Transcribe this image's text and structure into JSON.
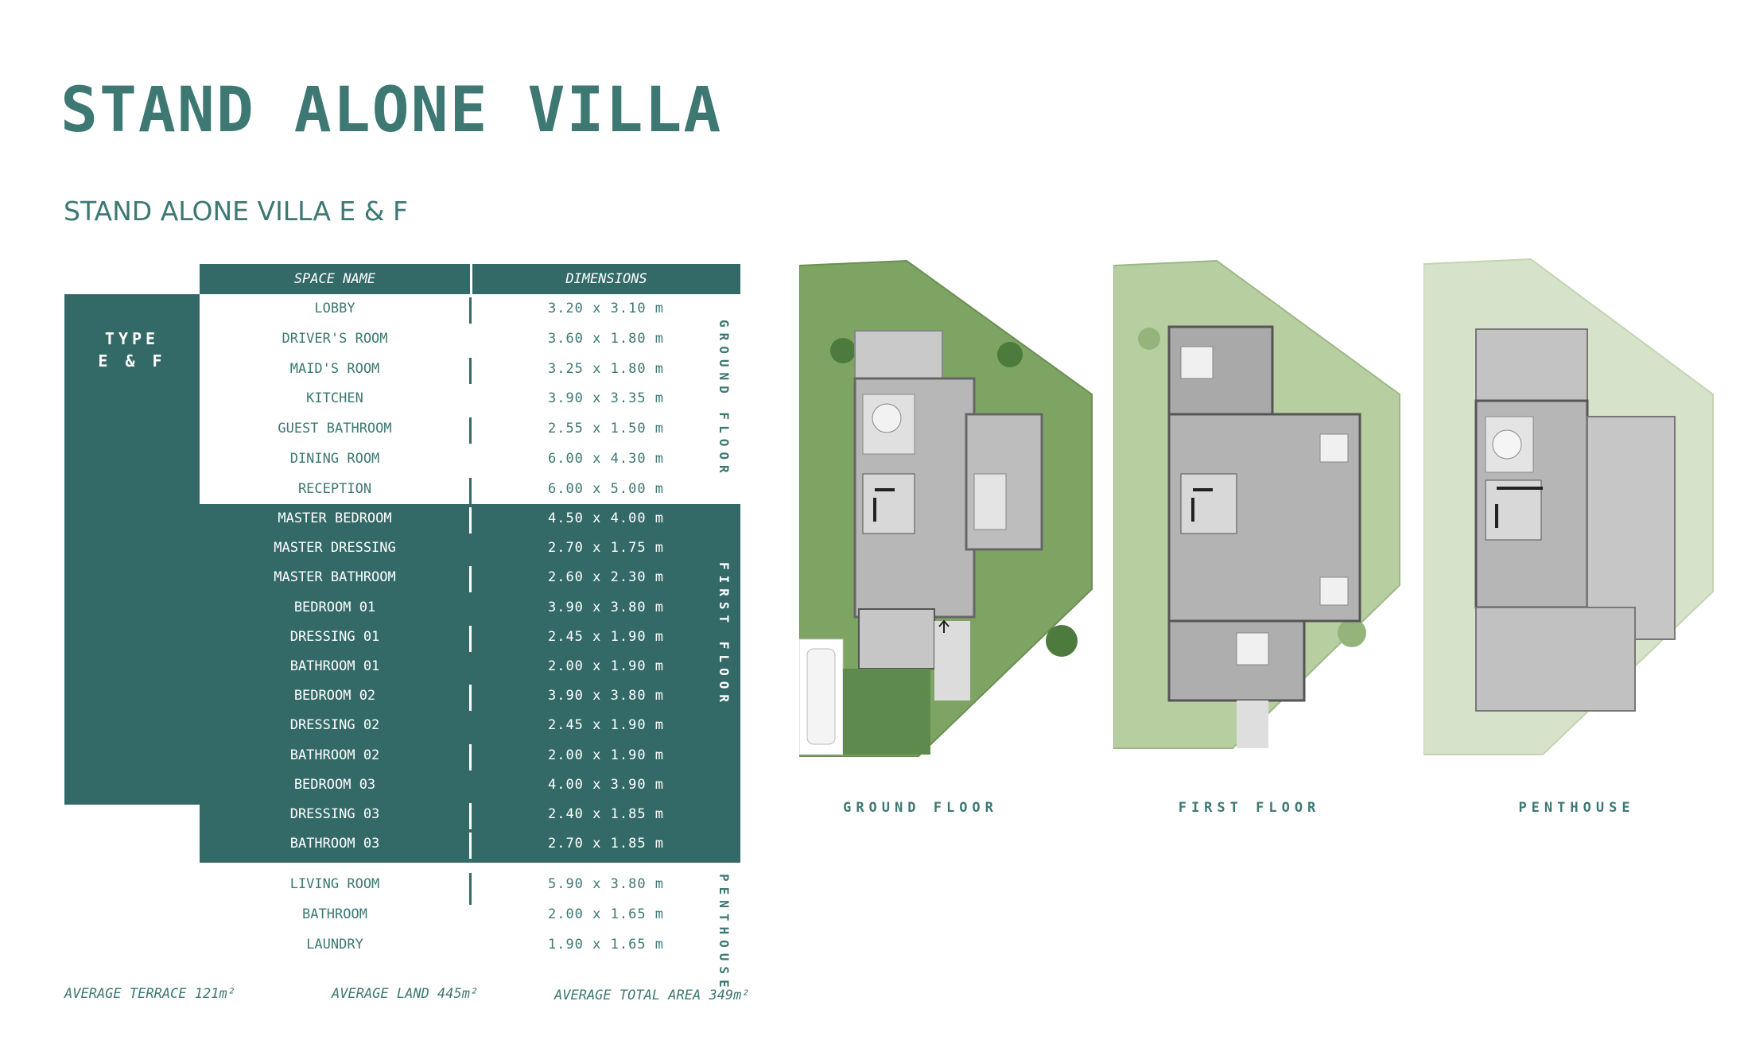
{
  "page": {
    "title": "STAND ALONE VILLA",
    "subtitle": "STAND ALONE VILLA E & F",
    "type_label_line1": "TYPE",
    "type_label_line2": "E & F"
  },
  "table": {
    "headers": {
      "space_name": "SPACE NAME",
      "dimensions": "DIMENSIONS"
    },
    "sections": {
      "ground_floor": "GROUND FLOOR",
      "first_floor": "FIRST FLOOR",
      "penthouse": "PENTHOUSE"
    },
    "ground_rows": [
      {
        "name": "LOBBY",
        "dim": "3.20 x 3.10 m"
      },
      {
        "name": "DRIVER'S ROOM",
        "dim": "3.60 x 1.80 m"
      },
      {
        "name": "MAID'S ROOM",
        "dim": "3.25 x 1.80 m"
      },
      {
        "name": "KITCHEN",
        "dim": "3.90 x 3.35 m"
      },
      {
        "name": "GUEST BATHROOM",
        "dim": "2.55 x 1.50 m"
      },
      {
        "name": "DINING ROOM",
        "dim": "6.00 x 4.30 m"
      },
      {
        "name": "RECEPTION",
        "dim": "6.00 x 5.00 m"
      }
    ],
    "first_rows": [
      {
        "name": "MASTER BEDROOM",
        "dim": "4.50 x 4.00 m"
      },
      {
        "name": "MASTER DRESSING",
        "dim": "2.70 x 1.75 m"
      },
      {
        "name": "MASTER BATHROOM",
        "dim": "2.60 x 2.30 m"
      },
      {
        "name": "BEDROOM 01",
        "dim": "3.90 x 3.80 m"
      },
      {
        "name": "DRESSING 01",
        "dim": "2.45 x 1.90 m"
      },
      {
        "name": "BATHROOM 01",
        "dim": "2.00 x 1.90 m"
      },
      {
        "name": "BEDROOM 02",
        "dim": "3.90 x 3.80 m"
      },
      {
        "name": "DRESSING 02",
        "dim": "2.45 x 1.90 m"
      },
      {
        "name": "BATHROOM 02",
        "dim": "2.00 x 1.90 m"
      },
      {
        "name": "BEDROOM 03",
        "dim": "4.00 x 3.90 m"
      },
      {
        "name": "DRESSING 03",
        "dim": "2.40 x 1.85 m"
      },
      {
        "name": "BATHROOM 03",
        "dim": "2.70 x 1.85 m"
      }
    ],
    "penthouse_rows": [
      {
        "name": "LIVING ROOM",
        "dim": "5.90 x 3.80 m"
      },
      {
        "name": "BATHROOM",
        "dim": "2.00 x 1.65 m"
      },
      {
        "name": "LAUNDRY",
        "dim": "1.90 x 1.65 m"
      }
    ]
  },
  "footer": {
    "terrace": "AVERAGE TERRACE 121m²",
    "land": "AVERAGE LAND 445m²",
    "total": "AVERAGE TOTAL AREA 349m²"
  },
  "plans": {
    "ground_caption": "GROUND FLOOR",
    "first_caption": "FIRST FLOOR",
    "penthouse_caption": "PENTHOUSE"
  },
  "colors": {
    "primary": "#336a67",
    "text": "#3d7873",
    "grass_dark": "#6f9b5a",
    "grass_mid": "#a8c391",
    "grass_light": "#d8e4cd",
    "floor": "#b5b5b5"
  }
}
